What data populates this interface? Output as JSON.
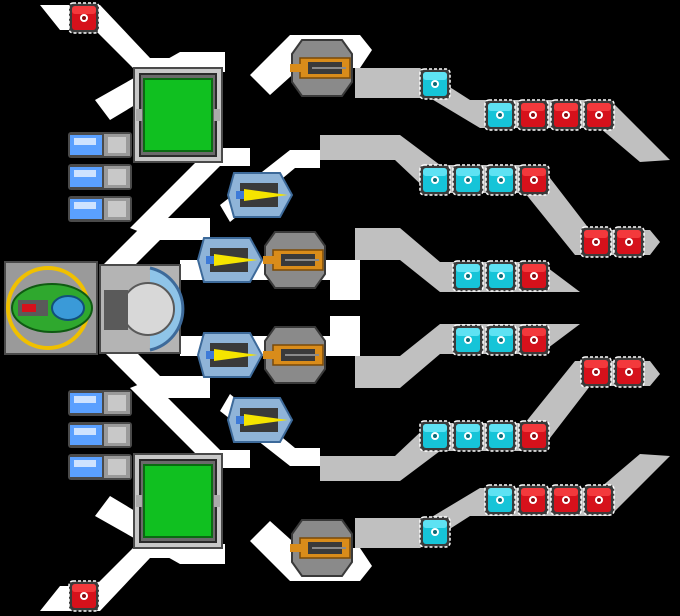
{
  "palette": {
    "background": "#000000",
    "primary_path": "#ffffff",
    "secondary_path": "#c0c0c0",
    "node_frame": "#3a3a3a",
    "node_red": "#d6111b",
    "node_cyan": "#16c4d8",
    "module_green": "#10c020",
    "module_gold": "#d98c1a",
    "module_blue": "#3d7ad8",
    "flame_yellow": "#f5e400",
    "ship_green": "#2fa82e"
  },
  "tree": {
    "core": {
      "name": "flagship-core",
      "icon": "green-starfighter-icon",
      "label": ""
    },
    "reactor": {
      "name": "shield-reactor",
      "icon": "dome-shield-icon"
    },
    "upper": {
      "cap_node": {
        "color": "red"
      },
      "armor_module": {
        "icon": "green-armor-plate-icon"
      },
      "booster_bank": {
        "count": 3,
        "icon": "blue-thruster-icon"
      },
      "heavy_cannon": {
        "icon": "gold-cannon-icon"
      },
      "light_thruster": {
        "icon": "blue-flame-thruster-icon"
      },
      "branches": [
        {
          "nodes": [
            "cyan"
          ]
        },
        {
          "nodes": [
            "cyan",
            "red",
            "red",
            "red"
          ]
        },
        {
          "nodes": [
            "cyan",
            "cyan",
            "cyan",
            "red"
          ]
        },
        {
          "nodes": [
            "red",
            "red"
          ]
        }
      ]
    },
    "middle": {
      "thrusters": 2,
      "cannons": 2,
      "branches": [
        {
          "nodes": [
            "cyan",
            "cyan",
            "red"
          ]
        },
        {
          "nodes": [
            "cyan",
            "cyan",
            "red"
          ]
        }
      ]
    },
    "lower": {
      "cap_node": {
        "color": "red"
      },
      "armor_module": {
        "icon": "green-armor-plate-icon"
      },
      "booster_bank": {
        "count": 3,
        "icon": "blue-thruster-icon"
      },
      "heavy_cannon": {
        "icon": "gold-cannon-icon"
      },
      "light_thruster": {
        "icon": "blue-flame-thruster-icon"
      },
      "branches": [
        {
          "nodes": [
            "red",
            "red"
          ]
        },
        {
          "nodes": [
            "cyan",
            "cyan",
            "cyan",
            "red"
          ]
        },
        {
          "nodes": [
            "cyan",
            "red",
            "red",
            "red"
          ]
        },
        {
          "nodes": [
            "cyan"
          ]
        }
      ]
    }
  }
}
